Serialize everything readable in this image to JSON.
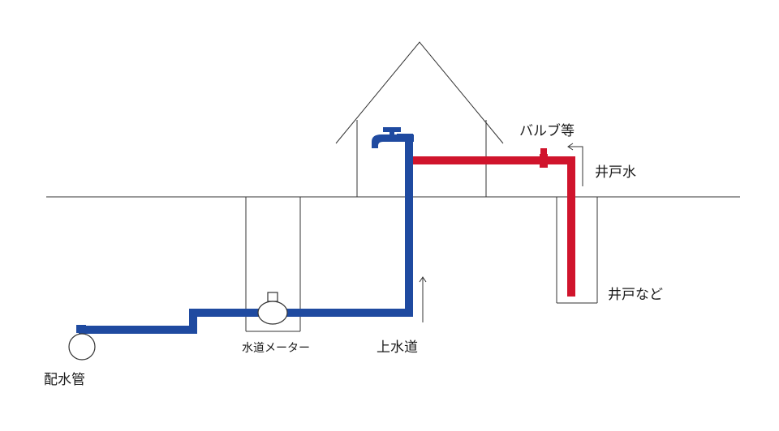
{
  "labels": {
    "main_pipe": "配水管",
    "water_meter": "水道メーター",
    "city_water": "上水道",
    "valve": "バルブ等",
    "well_water": "井戸水",
    "well": "井戸など"
  },
  "colors": {
    "city_water_pipe": "#1f4aa0",
    "well_water_pipe": "#d0142c",
    "line": "#333333"
  },
  "icons": [
    "faucet-icon",
    "water-meter-icon",
    "valve-icon",
    "main-pipe-icon"
  ]
}
